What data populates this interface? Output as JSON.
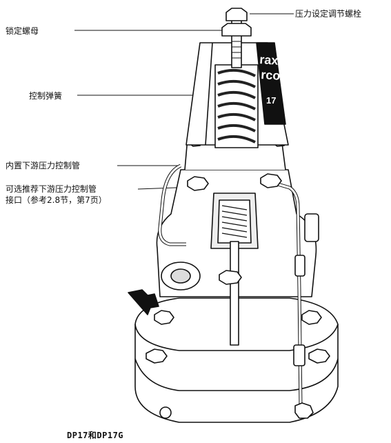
{
  "labels": {
    "pressure_adjust_screw": "压力设定调节螺栓",
    "lock_nut": "锁定螺母",
    "control_spring": "控制弹簧",
    "internal_sensing_pipe": "内置下游压力控制管",
    "optional_sensing_connection_line1": "可选推荐下游压力控制管",
    "optional_sensing_connection_line2": "接口（参考2.8节，第7页）"
  },
  "nameplate": {
    "brand_line1": "rax",
    "brand_line2": "rco",
    "model": "17"
  },
  "caption": "DP17和DP17G",
  "colors": {
    "line": "#111111",
    "nameplate": "#111111",
    "spring": "#222222",
    "background": "#ffffff"
  }
}
